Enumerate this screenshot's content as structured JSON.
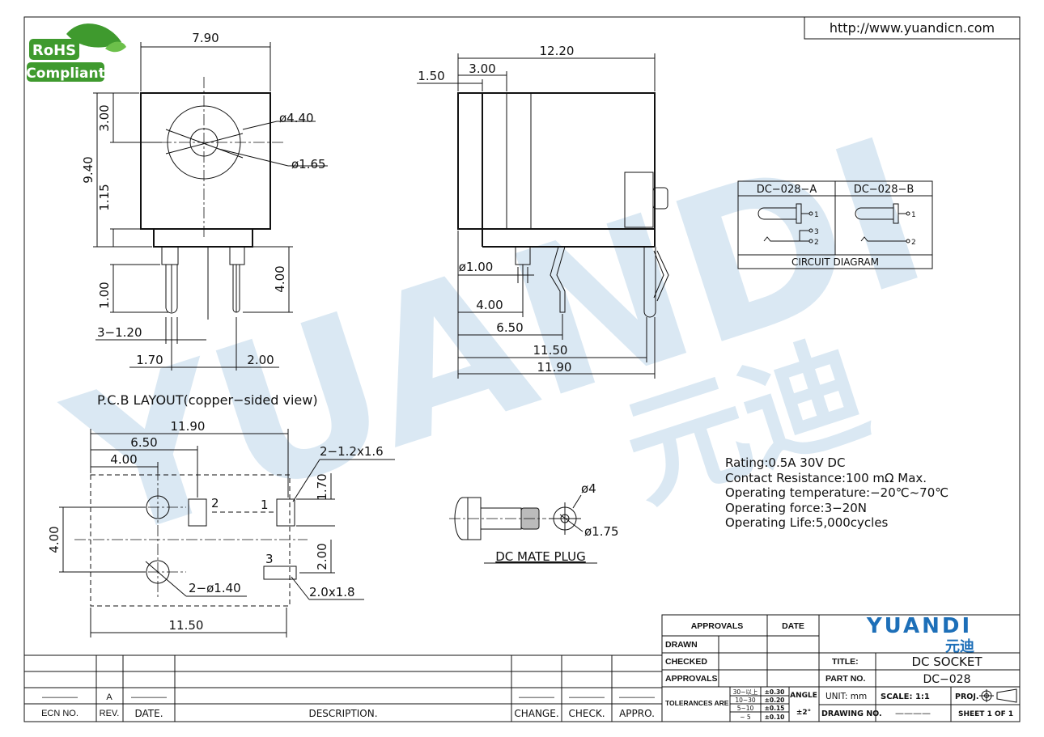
{
  "website_url": "http://www.yuandicn.com",
  "rohs": {
    "line1": "RoHS",
    "line2": "Compliant"
  },
  "watermark": {
    "latin": "YUANDI",
    "chinese": "元迪"
  },
  "front_view": {
    "width": "7.90",
    "height": "9.40",
    "top_to_center": "3.00",
    "outer_diameter": "ø4.40",
    "inner_diameter": "ø1.65",
    "base_height": "1.15",
    "pin_length": "4.00",
    "pin_tip": "1.00",
    "pin_width": "3−1.20",
    "pin_offset_left": "1.70",
    "pin_offset_right": "2.00"
  },
  "side_view": {
    "length": "12.20",
    "front_lip": "1.50",
    "hole_depth": "3.00",
    "pin_diameter": "ø1.00",
    "pin1_pos": "4.00",
    "pin2_pos": "6.50",
    "pin3_pos": "11.50",
    "total": "11.90"
  },
  "circuit": {
    "variant_a": "DC−028−A",
    "variant_b": "DC−028−B",
    "pin1": "1",
    "pin2": "2",
    "pin3": "3",
    "caption": "CIRCUIT  DIAGRAM"
  },
  "pcb": {
    "title": "P.C.B  LAYOUT(copper−sided  view)",
    "width": "11.90",
    "pos2": "6.50",
    "pos1": "4.00",
    "slot_size": "2−1.2x1.6",
    "slot_height": "1.70",
    "height": "4.00",
    "vert_offset": "2.00",
    "holes": "2−ø1.40",
    "pad3_size": "2.0x1.8",
    "bottom_width": "11.50",
    "pad_label_1": "1",
    "pad_label_2": "2",
    "pad_label_3": "3"
  },
  "mate_plug": {
    "caption": "DC  MATE  PLUG",
    "outer": "ø4",
    "inner": "ø1.75"
  },
  "specs": [
    "Rating:0.5A  30V  DC",
    "Contact  Resistance:100  mΩ  Max.",
    "Operating  temperature:−20℃~70℃",
    "Operating  force:3−20N",
    "Operating  Life:5,000cycles"
  ],
  "revision": {
    "dash": "————",
    "rev_value": "A",
    "ecn_label": "ECN  NO.",
    "rev_label": "REV.",
    "date_label": "DATE.",
    "desc_label": "DESCRIPTION.",
    "change_label": "CHANGE.",
    "check_label": "CHECK.",
    "appro_label": "APPRO."
  },
  "title_block": {
    "approvals": "APPROVALS",
    "date": "DATE",
    "drawn": "DRAWN",
    "checked": "CHECKED",
    "approvals2": "APPROVALS",
    "tolerances": "TOLERANCES  ARE",
    "tol_ranges": [
      "30~以上",
      "10~30",
      "5~10",
      "~  5"
    ],
    "tol_values": [
      "±0.30",
      "±0.20",
      "±0.15",
      "±0.10"
    ],
    "angle": "ANGLE",
    "angle_value": "±2°",
    "logo": "YUANDI",
    "logo_cn": "元迪",
    "title_label": "TITLE:",
    "title_value": "DC SOCKET",
    "part_label": "PART  NO.",
    "part_value": "DC−028",
    "unit": "UNIT:  mm",
    "scale": "SCALE:    1:1",
    "proj": "PROJ.",
    "drawing_label": "DRAWING  NO.",
    "drawing_value": "————",
    "sheet": "SHEET    1   OF  1"
  },
  "colors": {
    "watermark": "#d6e6f2",
    "logo_blue": "#1d6fb8",
    "rohs_green": "#3f9a2e"
  }
}
